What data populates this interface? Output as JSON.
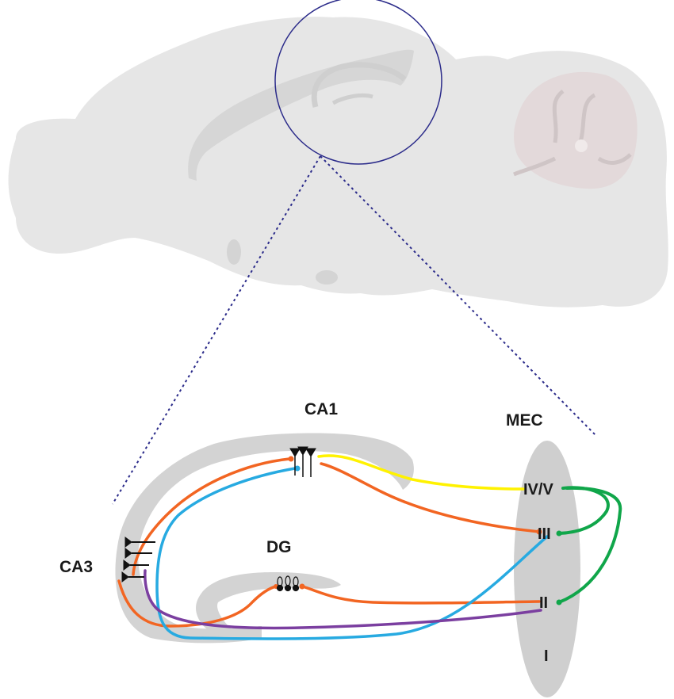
{
  "labels": {
    "ca1": "CA1",
    "ca3": "CA3",
    "dg": "DG",
    "mec": "MEC",
    "layer_iv_v": "IV/V",
    "layer_iii": "III",
    "layer_ii": "II",
    "layer_i": "I"
  },
  "colors": {
    "brain_fill": "#e6e6e6",
    "brain_inner": "#d4d4d4",
    "cerebellum": "#e5dcdd",
    "zoom_circle": "#2b2b8a",
    "zoom_lines": "#2b2b8a",
    "hippocampus_fill": "#d3d3d3",
    "mec_fill": "#cfcfcf",
    "neuron": "#111111",
    "path_orange": "#f26522",
    "path_yellow": "#fff200",
    "path_blue": "#27aae1",
    "path_purple": "#7b3fa0",
    "path_green": "#10a64a"
  }
}
